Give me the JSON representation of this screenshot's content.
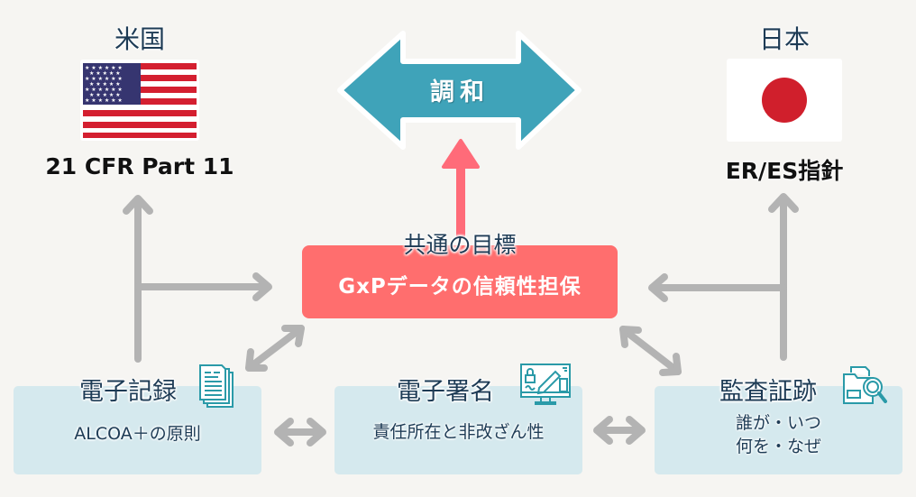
{
  "colors": {
    "background": "#f6f5f2",
    "harmony_arrow": "#3fa3b9",
    "goal": "#ff6e6e",
    "connector": "#b3b3b3",
    "card": "#d5e9ee",
    "text_dark": "#1d3b55",
    "icon_teal": "#2a9aa8"
  },
  "harmony": {
    "label": "調和",
    "icon": "double-headed-arrow"
  },
  "usa": {
    "country": "米国",
    "flag": "us-flag-icon",
    "regulation": "21 CFR Part 11"
  },
  "japan": {
    "country": "日本",
    "flag": "japan-flag-icon",
    "regulation": "ER/ES指針"
  },
  "goal": {
    "caption": "共通の目標",
    "text": "GxPデータの信頼性担保"
  },
  "cards": [
    {
      "title": "電子記録",
      "icon": "documents-icon",
      "body": [
        "ALCOA＋の原則"
      ]
    },
    {
      "title": "電子署名",
      "icon": "e-signature-monitor-icon",
      "body": [
        "責任所在と非改ざん性"
      ]
    },
    {
      "title": "監査証跡",
      "icon": "folder-search-icon",
      "body": [
        "誰が・いつ",
        "何を・なぜ"
      ]
    }
  ]
}
